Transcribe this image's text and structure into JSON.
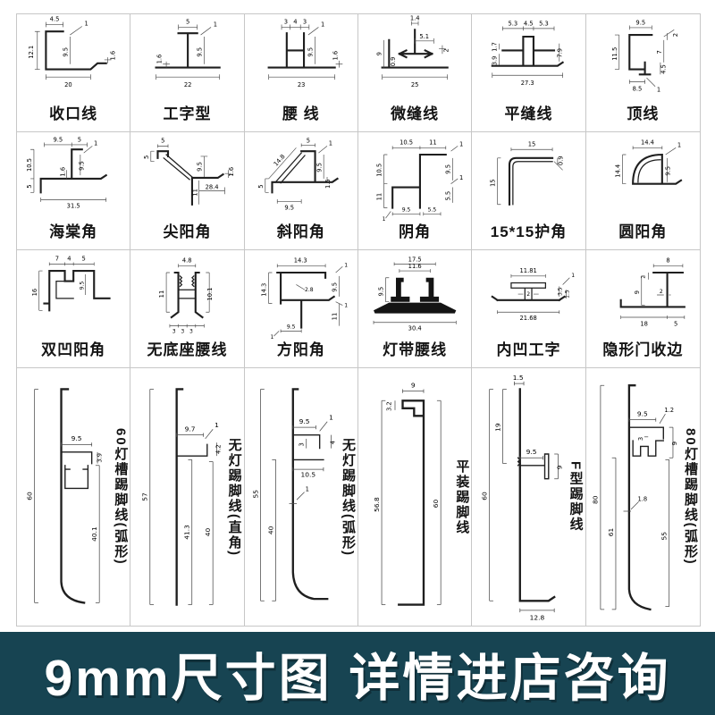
{
  "banner": {
    "text": "9mm尺寸图 详情进店咨询",
    "bg": "#174452",
    "fg": "#ffffff"
  },
  "grid_line_color": "#c7c7c7",
  "cells": [
    {
      "label": "收口线",
      "dims": {
        "d1": "4.5",
        "d2": "1",
        "d3": "12.1",
        "d4": "9.5",
        "d5": "1.6",
        "d6": "20"
      }
    },
    {
      "label": "工字型",
      "dims": {
        "d1": "5",
        "d2": "1",
        "d3": "9.5",
        "d4": "1.6",
        "d5": "22"
      }
    },
    {
      "label": "腰 线",
      "dims": {
        "d1": "3",
        "d2": "4",
        "d3": "3",
        "d4": "1",
        "d5": "9.5",
        "d6": "1.6",
        "d7": "23"
      }
    },
    {
      "label": "微缝线",
      "dims": {
        "d1": "1.4",
        "d2": "5.1",
        "d3": "2",
        "d4": "9",
        "d5": "0.9",
        "d6": "25"
      }
    },
    {
      "label": "平缝线",
      "dims": {
        "d1": "5.3",
        "d2": "4.5",
        "d3": "5.3",
        "d4": "1.7",
        "d5": "3.9",
        "d6": "7.9",
        "d7": "27.3"
      }
    },
    {
      "label": "顶线",
      "dims": {
        "d1": "9.5",
        "d2": "11.5",
        "d3": "2",
        "d4": "7",
        "d5": "4.5",
        "d6": "8.5",
        "d7": "1"
      }
    },
    {
      "label": "海棠角",
      "dims": {
        "d1": "9.5",
        "d2": "5",
        "d3": "10.5",
        "d4": "5",
        "d5": "1",
        "d6": "9.5",
        "d7": "1.6",
        "d8": "31.5"
      }
    },
    {
      "label": "尖阳角",
      "dims": {
        "d1": "5",
        "d2": "5",
        "d3": "9.5",
        "d4": "11",
        "d5": "28.4",
        "d6": "1.6"
      }
    },
    {
      "label": "斜阳角",
      "dims": {
        "d1": "14.8",
        "d2": "5",
        "d3": "1",
        "d4": "9.5",
        "d5": "1.5",
        "d6": "5",
        "d7": "9.5"
      }
    },
    {
      "label": "阴角",
      "dims": {
        "d1": "10.5",
        "d2": "11",
        "d3": "10.5",
        "d4": "11",
        "d5": "1",
        "d6": "9.5",
        "d7": "1",
        "d8": "5.5",
        "d9": "9.5",
        "d10": "5.5",
        "d11": "1"
      }
    },
    {
      "label": "15*15护角",
      "dims": {
        "d1": "15",
        "d2": "15",
        "d3": "0.9"
      }
    },
    {
      "label": "圆阳角",
      "dims": {
        "d1": "14.4",
        "d2": "14.4",
        "d3": "9.5",
        "d4": "1"
      }
    },
    {
      "label": "双凹阳角",
      "dims": {
        "d1": "7",
        "d2": "4",
        "d3": "5",
        "d4": "16",
        "d5": "9.5"
      }
    },
    {
      "label": "无底座腰线",
      "dims": {
        "d1": "4.8",
        "d2": "11",
        "d3": "10.1",
        "d4": "3",
        "d5": "3",
        "d6": "3"
      }
    },
    {
      "label": "方阳角",
      "dims": {
        "d1": "14.3",
        "d2": "14.3",
        "d3": "2.8",
        "d4": "9.5",
        "d5": "1",
        "d6": "1",
        "d7": "11",
        "d8": "9.5",
        "d9": "1"
      }
    },
    {
      "label": "灯带腰线",
      "dims": {
        "d1": "17.5",
        "d2": "11.6",
        "d3": "9.5",
        "d4": "30.4"
      }
    },
    {
      "label": "内凹工字",
      "dims": {
        "d1": "11.81",
        "d2": "2",
        "d3": "3.5",
        "d4": "1.5",
        "d5": "1",
        "d6": "21.68"
      }
    },
    {
      "label": "隐形门收边",
      "dims": {
        "d1": "8",
        "d2": "2",
        "d3": "9",
        "d4": "2",
        "d5": "18",
        "d6": "5"
      }
    },
    {
      "label": "60灯槽踢脚线(弧形)",
      "dims": {
        "d1": "60",
        "d2": "9.5",
        "d3": "3.9",
        "d4": "40.1"
      }
    },
    {
      "label": "无灯踢脚线(直角)",
      "dims": {
        "d1": "57",
        "d2": "9.7",
        "d3": "1",
        "d4": "4.2",
        "d5": "41.3",
        "d6": "40"
      }
    },
    {
      "label": "无灯踢脚线(弧形)",
      "dims": {
        "d1": "55",
        "d2": "40",
        "d3": "9.5",
        "d4": "1",
        "d5": "3",
        "d6": "4",
        "d7": "10.5",
        "d8": "1"
      }
    },
    {
      "label": "平装踢脚线",
      "dims": {
        "d1": "9",
        "d2": "3.2",
        "d3": "56.8",
        "d4": "60"
      }
    },
    {
      "label": "F型踢脚线",
      "dims": {
        "d1": "1.5",
        "d2": "19",
        "d3": "60",
        "d4": "9.5",
        "d5": "9",
        "d6": "12.8"
      }
    },
    {
      "label": "80灯槽踢脚线(弧形)",
      "dims": {
        "d1": "80",
        "d2": "61",
        "d3": "9.5",
        "d4": "1.2",
        "d5": "3",
        "d6": "9",
        "d7": "1.8",
        "d8": "55"
      }
    }
  ]
}
